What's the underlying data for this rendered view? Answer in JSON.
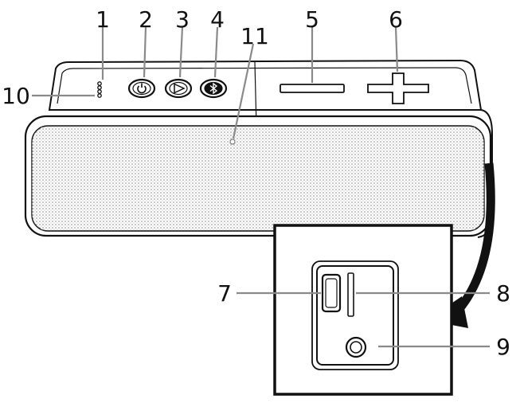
{
  "callouts": {
    "c1": "1",
    "c2": "2",
    "c3": "3",
    "c4": "4",
    "c5": "5",
    "c6": "6",
    "c7": "7",
    "c8": "8",
    "c9": "9",
    "c10": "10",
    "c11": "11"
  },
  "colors": {
    "line": "#111111",
    "leader": "#8a8a8a",
    "grille": "#d0d0d0"
  },
  "icons": {
    "power_button": "power-icon",
    "play_button": "play-icon",
    "bluetooth_button": "bluetooth-icon",
    "volume_down": "minus-icon",
    "volume_up": "plus-icon"
  }
}
